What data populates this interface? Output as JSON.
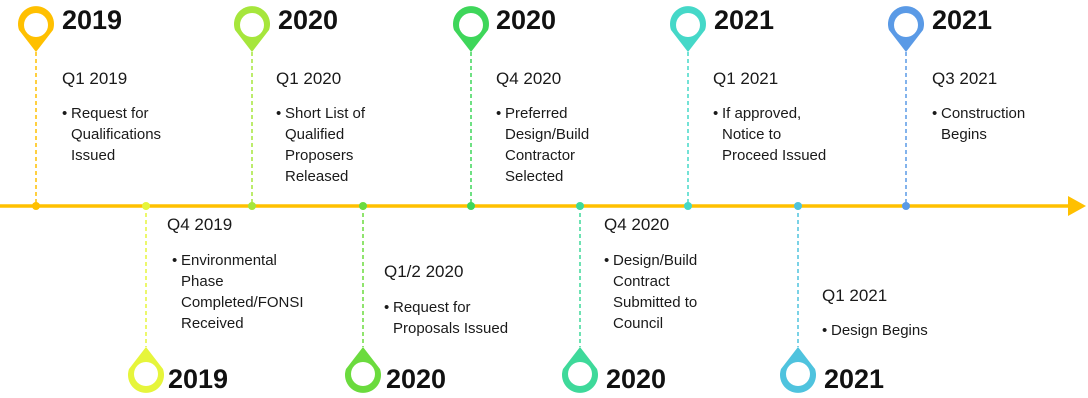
{
  "milestones": [
    {
      "year": "2019",
      "quarter": "Q1 2019",
      "description": "Request for\nQualifications\nIssued",
      "color": "#FFC000"
    },
    {
      "year": "2019",
      "quarter": "Q4 2019",
      "description": "Environmental\nPhase\nCompleted/FONSI\nReceived",
      "color": "#E6F53B"
    },
    {
      "year": "2020",
      "quarter": "Q1 2020",
      "description": "Short List of\nQualified\nProposers\nReleased",
      "color": "#A6E63C"
    },
    {
      "year": "2020",
      "quarter": "Q1/2 2020",
      "description": "Request for\nProposals Issued",
      "color": "#6BDB3E"
    },
    {
      "year": "2020",
      "quarter": "Q4 2020",
      "description": "Preferred\nDesign/Build\nContractor\nSelected",
      "color": "#3ED65A"
    },
    {
      "year": "2020",
      "quarter": "Q4 2020",
      "description": "Design/Build\nContract\nSubmitted to\nCouncil",
      "color": "#3ED99A"
    },
    {
      "year": "2021",
      "quarter": "Q1 2021",
      "description": "If approved,\nNotice to\nProceed Issued",
      "color": "#45D8C8"
    },
    {
      "year": "2021",
      "quarter": "Q1 2021",
      "description": "Design Begins",
      "color": "#4FC3DE"
    },
    {
      "year": "2021",
      "quarter": "Q3 2021",
      "description": "Construction\nBegins",
      "color": "#5A9AE6"
    }
  ],
  "colors": {
    "axis": "#FFC000"
  }
}
